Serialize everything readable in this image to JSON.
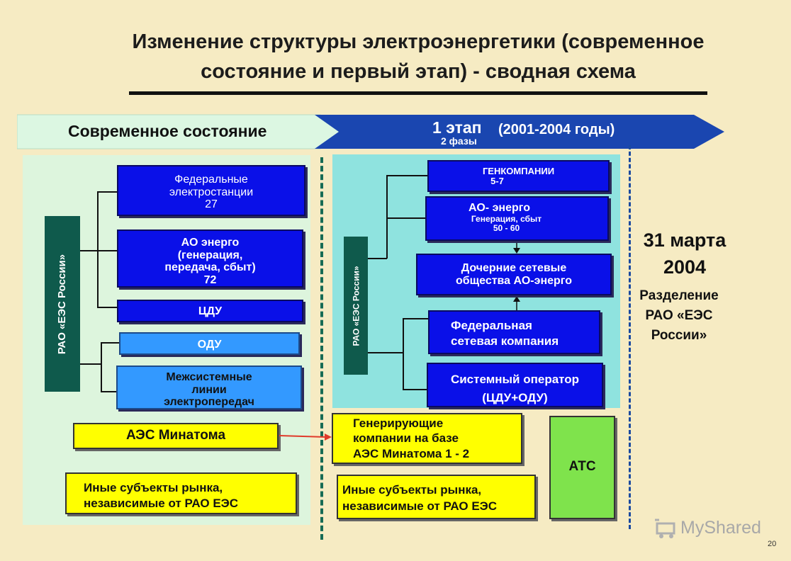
{
  "title": {
    "line1": "Изменение структуры электроэнергетики (современное",
    "line2": "состояние и первый этап) - сводная схема"
  },
  "banner": {
    "current": "Современное состояние",
    "stage": "1 этап",
    "years": "(2001-2004 годы)",
    "phases": "2 фазы"
  },
  "left": {
    "rao": "РАО «ЕЭС России»",
    "fed_stations": {
      "l1": "Федеральные",
      "l2": "электростанции",
      "l3": "27"
    },
    "ao_energo": {
      "l1": "АО энерго",
      "l2": "(генерация,",
      "l3": "передача, сбыт)",
      "l4": "72"
    },
    "cdu": "ЦДУ",
    "odu": "ОДУ",
    "intersystem": {
      "l1": "Межсистемные",
      "l2": "линии",
      "l3": "электропередач"
    },
    "aes": "АЭС Минатома",
    "others": {
      "l1": "Иные субъекты рынка,",
      "l2": "независимые от РАО ЕЭС"
    }
  },
  "right": {
    "rao": "РАО «ЕЭС России»",
    "genco": {
      "l1": "ГЕНКОМПАНИИ",
      "l2": "5-7"
    },
    "ao_energo": {
      "l1": "АО- энерго",
      "l2": "Генерация, сбыт",
      "l3": "50 - 60"
    },
    "subsidiary": {
      "l1": "Дочерние сетевые",
      "l2": "общества АО-энерго"
    },
    "fsk": {
      "l1": "Федеральная",
      "l2": "сетевая компания"
    },
    "so": {
      "l1": "Системный оператор",
      "l2": "(ЦДУ+ОДУ)"
    },
    "gen_aes": {
      "l1": "Генерирующие",
      "l2": "компании на базе",
      "l3": "АЭС Минатома 1 - 2"
    },
    "others": {
      "l1": "Иные субъекты рынка,",
      "l2": "независимые от РАО ЕЭС"
    },
    "ats": "АТС"
  },
  "side": {
    "date1": "31 марта",
    "date2": "2004",
    "note1": "Разделение",
    "note2": "РАО «ЕЭС",
    "note3": "России»"
  },
  "watermark": "MyShared",
  "page_number": "20"
}
